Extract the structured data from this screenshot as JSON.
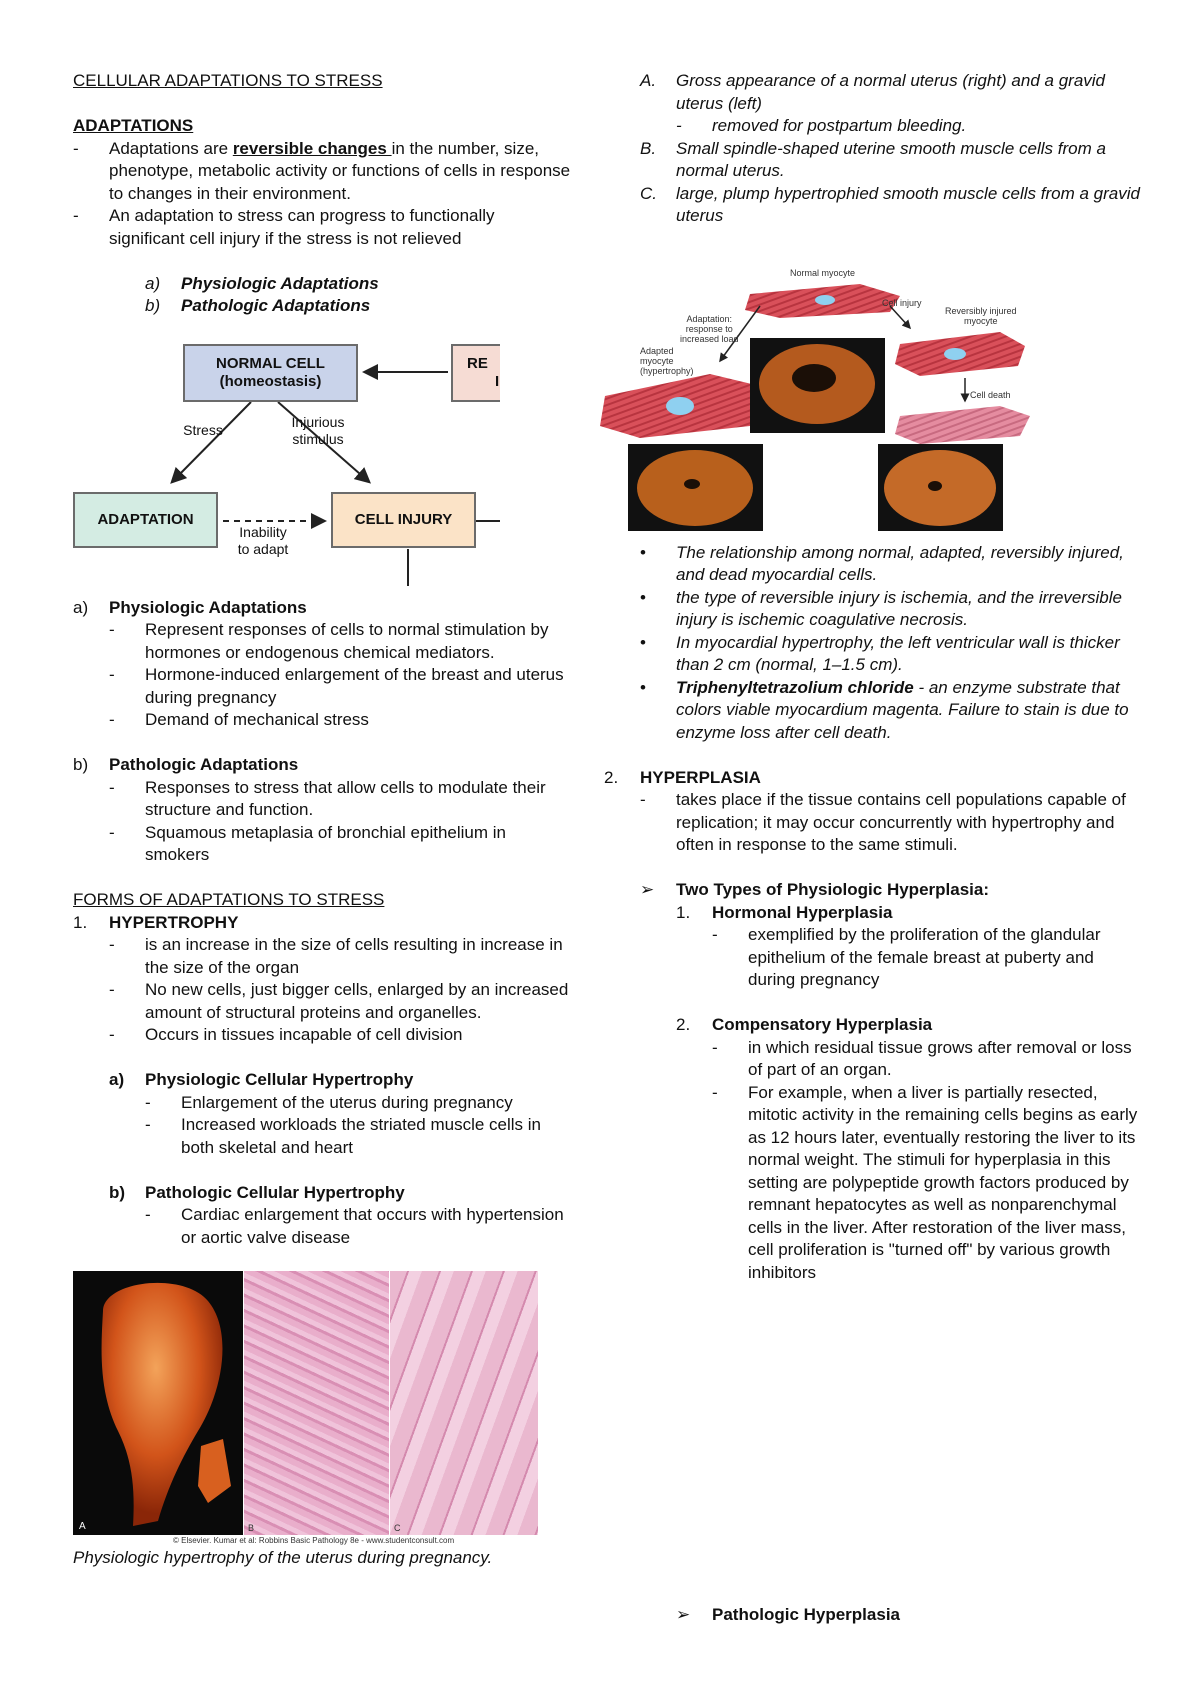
{
  "title": "CELLULAR ADAPTATIONS TO STRESS",
  "adaptations": {
    "heading": "ADAPTATIONS",
    "item1_before": "Adaptations are ",
    "item1_bold": "reversible changes ",
    "item1_after": "in the number, size, phenotype, metabolic activity or functions of cells in response to changes in their environment.",
    "item2": "An adaptation to stress can progress to functionally significant cell injury if the stress is not relieved",
    "sub_a_marker": "a)",
    "sub_a": "Physiologic Adaptations",
    "sub_b_marker": "b)",
    "sub_b": "Pathologic Adaptations"
  },
  "flow": {
    "normal_cell_1": "NORMAL CELL",
    "normal_cell_2": "(homeostasis)",
    "reversible_partial_1": "RE",
    "reversible_partial_2": "I",
    "stress": "Stress",
    "injurious_1": "Injurious",
    "injurious_2": "stimulus",
    "adaptation": "ADAPTATION",
    "cell_injury": "CELL INJURY",
    "inability_1": "Inability",
    "inability_2": "to adapt"
  },
  "physio": {
    "marker": "a)",
    "heading": "Physiologic Adaptations",
    "items": [
      "Represent responses of cells to normal stimulation by hormones or endogenous chemical mediators.",
      "Hormone-induced enlargement of the breast and uterus during pregnancy",
      "Demand of mechanical stress"
    ]
  },
  "patho": {
    "marker": "b)",
    "heading": "Pathologic Adaptations",
    "items": [
      "Responses to stress that allow cells to modulate their structure and function.",
      "Squamous metaplasia of bronchial epithelium in smokers"
    ]
  },
  "forms": {
    "heading": "FORMS OF ADAPTATIONS TO STRESS",
    "marker": "1.",
    "hypertrophy": "HYPERTROPHY",
    "items": [
      "is an increase in the size of cells resulting in increase in the size of the organ",
      "No new cells, just bigger cells, enlarged by an increased amount of structural proteins and organelles.",
      "Occurs in tissues incapable of cell division"
    ],
    "phys_marker": "a)",
    "phys_heading": "Physiologic Cellular Hypertrophy",
    "phys_items": [
      "Enlargement of the uterus during pregnancy",
      "Increased workloads the striated muscle cells in both skeletal and heart"
    ],
    "path_marker": "b)",
    "path_heading": "Pathologic Cellular Hypertrophy",
    "path_items": [
      "Cardiac enlargement that occurs with hypertension or aortic valve disease"
    ]
  },
  "uterus_figure": {
    "label_a": "A",
    "label_b": "B",
    "label_c": "C",
    "credit": "© Elsevier. Kumar et al: Robbins Basic Pathology 8e - www.studentconsult.com",
    "caption": "Physiologic hypertrophy of the uterus during pregnancy."
  },
  "right_list": {
    "a_marker": "A.",
    "a_text": "Gross appearance of a normal uterus (right) and a gravid uterus (left)",
    "a_sub": "removed for postpartum bleeding.",
    "b_marker": "B.",
    "b_text": "Small spindle-shaped uterine smooth muscle cells from a normal uterus.",
    "c_marker": "C.",
    "c_text": "large, plump hypertrophied smooth muscle cells from a gravid uterus"
  },
  "myocyte_figure": {
    "normal_myocyte": "Normal myocyte",
    "adaptation_1": "Adaptation:",
    "adaptation_2": "response to",
    "adaptation_3": "increased load",
    "adapted_1": "Adapted",
    "adapted_2": "myocyte",
    "adapted_3": "(hypertrophy)",
    "cell_injury": "Cell injury",
    "rev_injured_1": "Reversibly injured",
    "rev_injured_2": "myocyte",
    "cell_death": "Cell death"
  },
  "bullets": {
    "b1": "The relationship among normal, adapted, reversibly injured, and dead myocardial cells.",
    "b2": "the type of reversible injury is ischemia, and the irreversible injury is ischemic coagulative necrosis.",
    "b3": "In myocardial hypertrophy, the left ventricular wall is thicker than 2 cm (normal, 1–1.5 cm).",
    "b4_bold": "Triphenyltetrazolium chloride",
    "b4_rest": " - an enzyme substrate that colors viable myocardium magenta. Failure to stain is due to enzyme loss after cell death."
  },
  "hyperplasia": {
    "marker": "2.",
    "heading": "HYPERPLASIA",
    "item": "takes place if the tissue contains cell populations capable of replication; it may occur concurrently with hypertrophy and often in response to the same stimuli.",
    "types_heading": "Two Types of Physiologic Hyperplasia:",
    "hormonal_marker": "1.",
    "hormonal": "Hormonal Hyperplasia",
    "hormonal_item": "exemplified by the proliferation of the glandular epithelium of the female breast at puberty and during pregnancy",
    "comp_marker": "2.",
    "compensatory": "Compensatory Hyperplasia",
    "comp_items": [
      "in which residual tissue grows after removal or loss of part of an organ.",
      "For example, when a liver is partially resected, mitotic activity in the remaining cells begins as early as 12 hours later, eventually restoring the liver to its normal weight. The stimuli for hyperplasia in this setting are polypeptide growth factors produced by remnant hepatocytes as well as nonparenchymal cells in the liver. After restoration of the liver mass, cell proliferation is \"turned off\" by various growth inhibitors"
    ],
    "pathologic": "Pathologic Hyperplasia"
  },
  "symbols": {
    "dash": "-",
    "bullet": "•",
    "arrow": "➢"
  },
  "colors": {
    "normal_box": "#c9d3ea",
    "adaptation_box": "#d4ece3",
    "injury_box": "#fbe3c7",
    "reversible_box": "#f6dcd4",
    "muscle": "#d9505a",
    "he_stain": "#e7a8c6"
  }
}
